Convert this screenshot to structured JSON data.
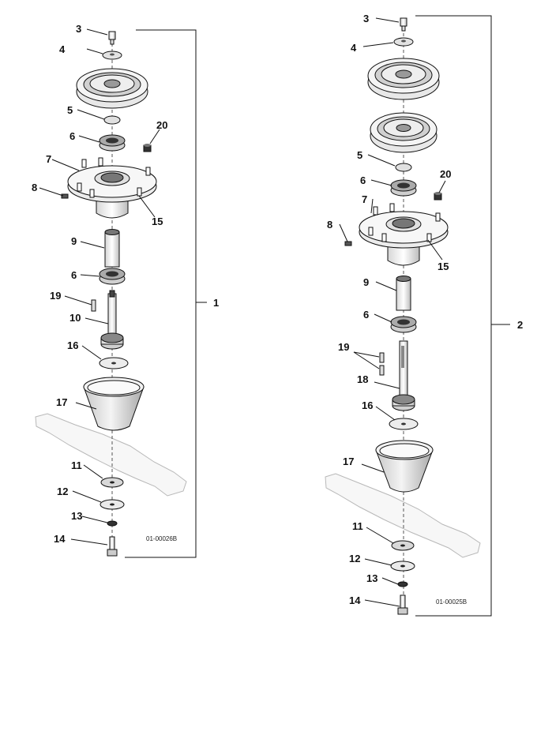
{
  "assembly1": {
    "id": "1",
    "code": "01-00026B",
    "labels": {
      "n3": "3",
      "n4": "4",
      "n5": "5",
      "n6a": "6",
      "n20": "20",
      "n7": "7",
      "n8": "8",
      "n15": "15",
      "n9": "9",
      "n6b": "6",
      "n19": "19",
      "n10": "10",
      "n16": "16",
      "n17": "17",
      "n11": "11",
      "n12": "12",
      "n13": "13",
      "n14": "14"
    }
  },
  "assembly2": {
    "id": "2",
    "code": "01-00025B",
    "labels": {
      "n3": "3",
      "n4": "4",
      "n5": "5",
      "n6a": "6",
      "n20": "20",
      "n7": "7",
      "n8": "8",
      "n15": "15",
      "n9": "9",
      "n6b": "6",
      "n19": "19",
      "n18": "18",
      "n16": "16",
      "n17": "17",
      "n11": "11",
      "n12": "12",
      "n13": "13",
      "n14": "14"
    }
  }
}
